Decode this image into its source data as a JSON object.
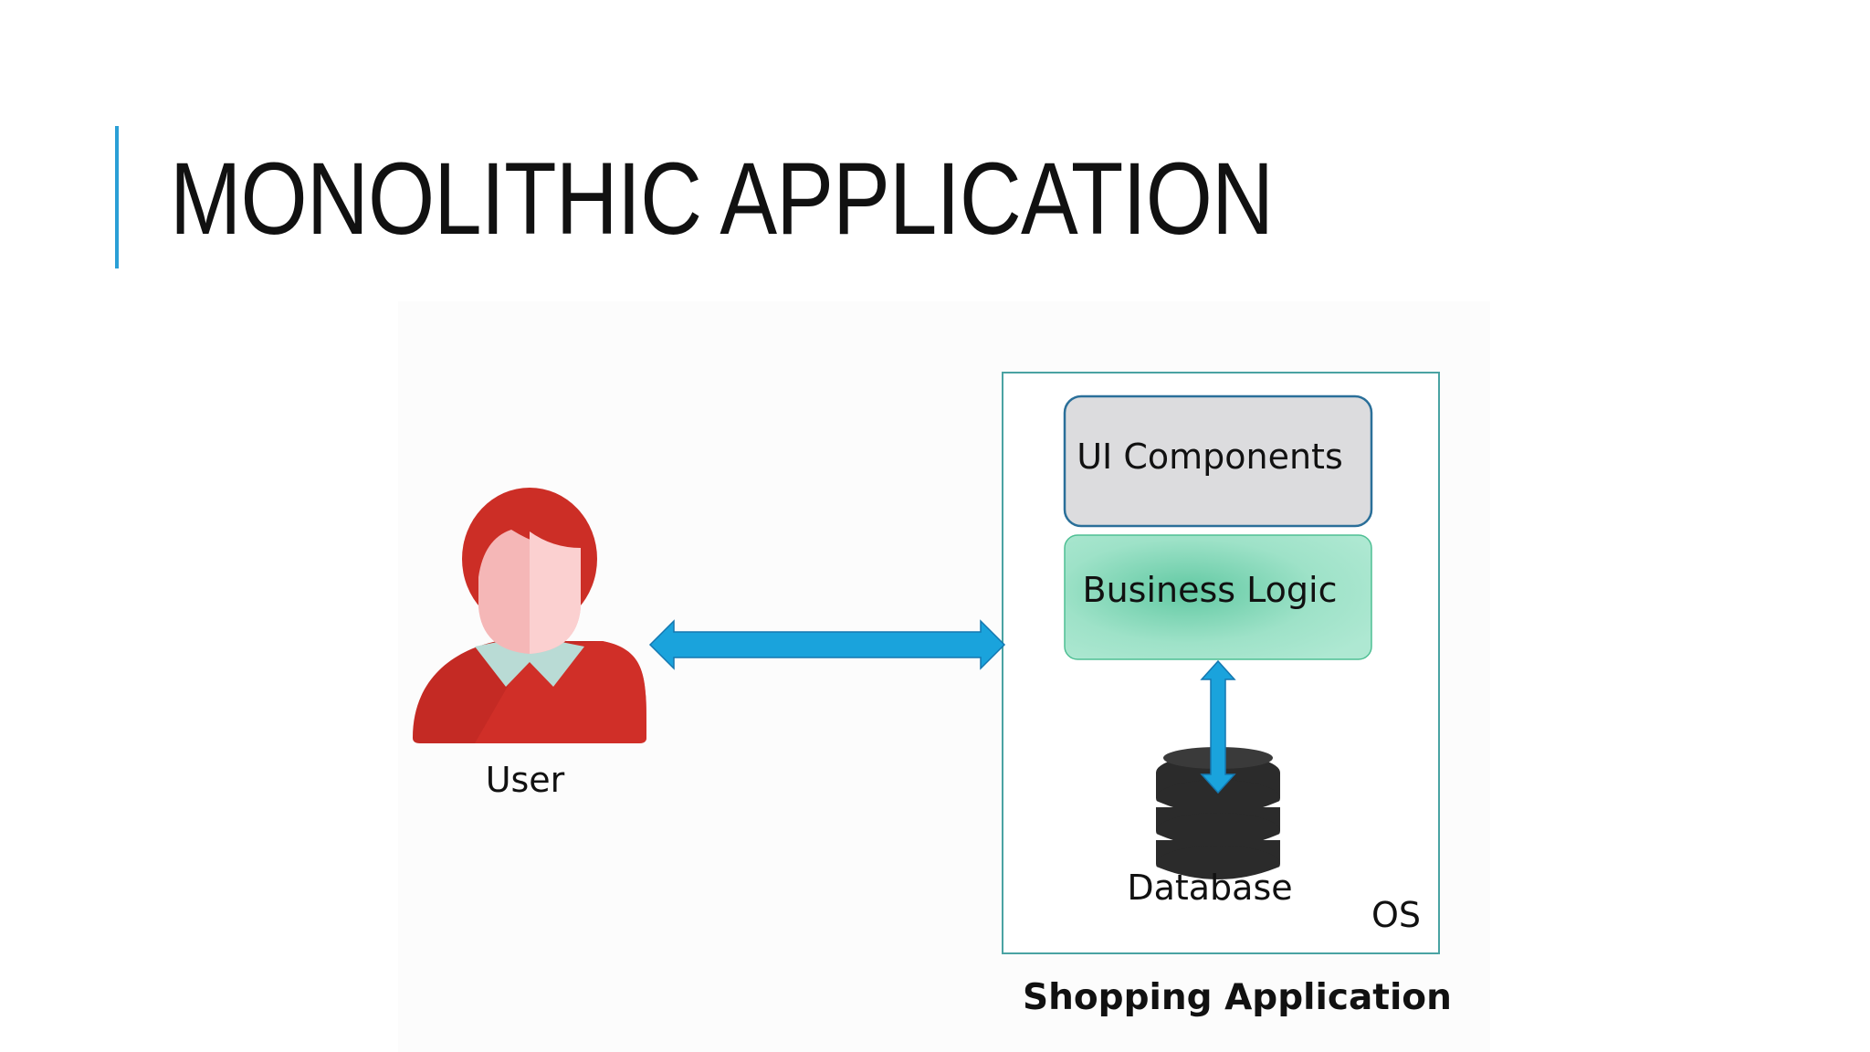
{
  "slide": {
    "title": "MONOLITHIC APPLICATION"
  },
  "diagram": {
    "user_label": "User",
    "ui_components": "UI Components",
    "business_logic": "Business Logic",
    "database": "Database",
    "os": "OS",
    "application": "Shopping Application"
  },
  "colors": {
    "accent": "#2a9fd6",
    "arrow": "#1aa3dc",
    "os_border": "#4aa3a3",
    "ui_fill": "#dcdcde",
    "ui_border": "#2a6f99",
    "logic_fill": "#a4e4cc",
    "user_hair": "#cc2e26",
    "user_face": "#f5b7b7",
    "user_shirt": "#c42a24",
    "user_collar": "#b9dbd5",
    "database": "#2b2b2b"
  },
  "icons": [
    "user-icon",
    "database-icon",
    "double-arrow-icon"
  ]
}
